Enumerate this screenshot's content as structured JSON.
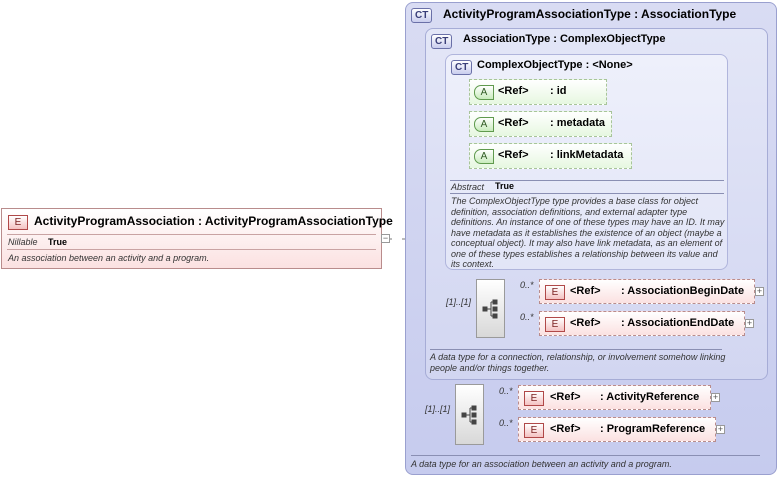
{
  "root_element": {
    "badge": "E",
    "label": "ActivityProgramAssociation : ActivityProgramAssociationType",
    "nillable_key": "Nillable",
    "nillable_value": "True",
    "description": "An association between an activity and a program."
  },
  "outer_type": {
    "badge": "CT",
    "title": "ActivityProgramAssociationType : AssociationType",
    "description": "A data type for an association between an activity and a program.",
    "sequence_cardinality": "[1]..[1]",
    "elements": [
      {
        "badge": "E",
        "ref": "<Ref>",
        "name": ": ActivityReference",
        "cardinality": "0..*"
      },
      {
        "badge": "E",
        "ref": "<Ref>",
        "name": ": ProgramReference",
        "cardinality": "0..*"
      }
    ]
  },
  "middle_type": {
    "badge": "CT",
    "title": "AssociationType : ComplexObjectType",
    "description": "A data type for a connection, relationship, or involvement somehow linking people and/or things together.",
    "sequence_cardinality": "[1]..[1]",
    "elements": [
      {
        "badge": "E",
        "ref": "<Ref>",
        "name": ": AssociationBeginDate",
        "cardinality": "0..*"
      },
      {
        "badge": "E",
        "ref": "<Ref>",
        "name": ": AssociationEndDate",
        "cardinality": "0..*"
      }
    ]
  },
  "inner_type": {
    "badge": "CT",
    "title": "ComplexObjectType : <None>",
    "attributes": [
      {
        "badge": "A",
        "ref": "<Ref>",
        "name": ": id"
      },
      {
        "badge": "A",
        "ref": "<Ref>",
        "name": ": metadata"
      },
      {
        "badge": "A",
        "ref": "<Ref>",
        "name": ": linkMetadata"
      }
    ],
    "abstract_key": "Abstract",
    "abstract_value": "True",
    "description": "The ComplexObjectType type provides a base class for object definition, association definitions, and external adapter type definitions. An instance of one of these types may have an ID. It may have metadata as it establishes the existence of an object (maybe a conceptual object). It may also have link metadata, as an element of one of these types establishes a relationship between its value and its context."
  },
  "icons": {
    "collapse": "minus-icon",
    "expand": "plus-icon",
    "sequence": "sequence-icon"
  }
}
